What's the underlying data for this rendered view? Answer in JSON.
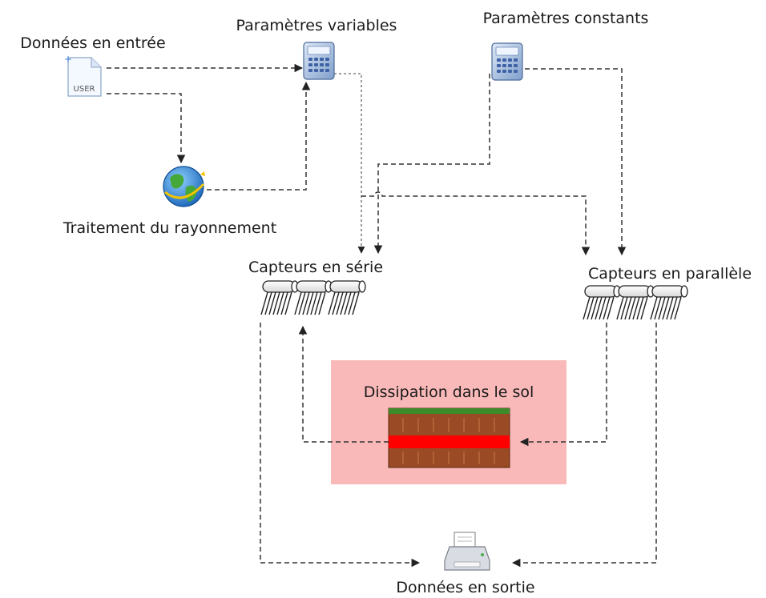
{
  "nodes": {
    "input": "Données en entrée",
    "input_icon_text": "USER",
    "variable_params": "Paramètres variables",
    "constant_params": "Paramètres constants",
    "radiation": "Traitement du rayonnement",
    "series": "Capteurs en série",
    "parallel": "Capteurs en parallèle",
    "soil": "Dissipation dans le sol",
    "output": "Données en sortie"
  },
  "colors": {
    "soil_zone": "#f9b9b9",
    "soil_brown": "#9a4a24",
    "soil_grass": "#3c8a2a",
    "soil_hot_layer": "#ff0000",
    "edge": "#333333"
  },
  "icons": {
    "input": "user-file-icon",
    "variable_params": "calculator-icon",
    "constant_params": "calculator-icon",
    "radiation": "globe-icon",
    "series": "solar-collector-icon",
    "parallel": "solar-collector-icon",
    "soil": "soil-layer-icon",
    "output": "printer-icon"
  }
}
